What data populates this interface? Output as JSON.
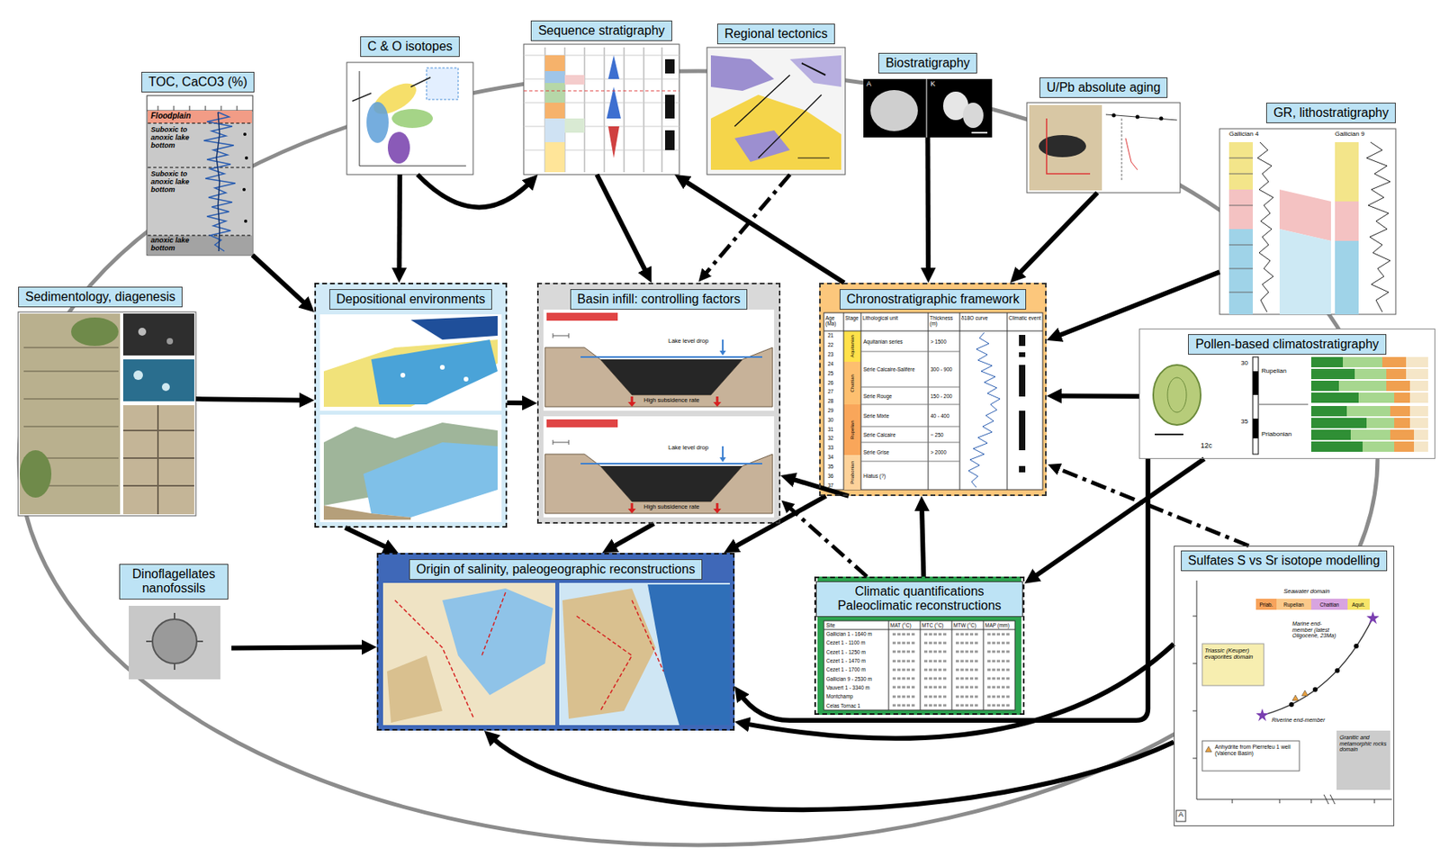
{
  "diagram": {
    "nodes": [
      {
        "text": [
          "TOC, CaCO3 (%)"
        ]
      },
      {
        "text": [
          "C & O isotopes"
        ]
      },
      {
        "text": [
          "Sequence stratigraphy"
        ]
      },
      {
        "text": [
          "Regional tectonics"
        ]
      },
      {
        "text": [
          "Biostratigraphy"
        ]
      },
      {
        "text": [
          "U/Pb absolute aging"
        ]
      },
      {
        "text": [
          "GR, lithostratigraphy"
        ]
      },
      {
        "text": [
          "Sedimentology, diagenesis"
        ]
      },
      {
        "text": [
          "Depositional environments"
        ]
      },
      {
        "text": [
          "Basin infill: controlling factors"
        ]
      },
      {
        "text": [
          "Chronostratigraphic framework"
        ]
      },
      {
        "text": [
          "Pollen-based climatostratigraphy"
        ]
      },
      {
        "text": [
          "Dinoflagellates nanofossils"
        ]
      },
      {
        "text": [
          "Origin of salinity, paleogeographic reconstructions"
        ]
      },
      {
        "text": [
          "Climatic quantifications Paleoclimatic reconstructions"
        ]
      },
      {
        "text": [
          "Sulfates S vs Sr isotope modelling"
        ]
      }
    ],
    "edges": [
      {
        "from": 0,
        "to": 8,
        "arrow": "to"
      },
      {
        "from": 1,
        "to": 8,
        "arrow": "to"
      },
      {
        "from": 1,
        "to": 2,
        "arrow": "to"
      },
      {
        "from": 2,
        "to": 9,
        "arrow": "to"
      },
      {
        "from": 3,
        "to": 9,
        "arrow": "to"
      },
      {
        "from": 10,
        "to": 2,
        "arrow": "to"
      },
      {
        "from": 4,
        "to": 10,
        "arrow": "to"
      },
      {
        "from": 5,
        "to": 10,
        "arrow": "to"
      },
      {
        "from": 6,
        "to": 10,
        "arrow": "to"
      },
      {
        "from": 7,
        "to": 8,
        "arrow": "to"
      },
      {
        "from": 11,
        "to": 10,
        "arrow": "to"
      },
      {
        "from": 8,
        "to": 9,
        "arrow": "to"
      },
      {
        "from": 8,
        "to": 13,
        "arrow": "to"
      },
      {
        "from": 9,
        "to": 13,
        "arrow": "to"
      },
      {
        "from": 10,
        "to": 9,
        "arrow": "to"
      },
      {
        "from": 14,
        "to": 9,
        "arrow": "to"
      },
      {
        "from": 10,
        "to": 13,
        "arrow": "to"
      },
      {
        "from": 14,
        "to": 10,
        "arrow": "to"
      },
      {
        "from": 11,
        "to": 14,
        "arrow": "to"
      },
      {
        "from": 15,
        "to": 10,
        "arrow": "to"
      },
      {
        "from": 11,
        "to": 13,
        "arrow": "to"
      },
      {
        "from": 15,
        "to": 13,
        "arrow": "to"
      },
      {
        "from": 15,
        "to": 13,
        "arrow": "to"
      },
      {
        "from": 12,
        "to": 13,
        "arrow": "to"
      }
    ],
    "labels": [
      "Floodplain",
      "Suboxic to anoxic lake bottom",
      "Suboxic to anoxic lake bottom",
      "anoxic lake bottom",
      "A",
      "K",
      "Gallician 4",
      "Gallician 9",
      "Lake level drop",
      "High subsidence rate",
      "Lake level drop",
      "High subsidence rate",
      "Age (Ma)",
      "Stage",
      "Lithological unit",
      "Thickness (m)",
      "δ18O curve",
      "Climatic event",
      "21",
      "22",
      "23",
      "24",
      "25",
      "26",
      "27",
      "28",
      "29",
      "30",
      "31",
      "32",
      "33",
      "34",
      "35",
      "36",
      "37",
      "Aquitanian",
      "Chattian",
      "Rupelian",
      "Priabonian",
      "Aquitanian series",
      "Série Calcaire-Salifère",
      "Série Rouge",
      "Série Mixte",
      "Série Calcaire",
      "Série Grise",
      "Hiatus (?)",
      "> 1500",
      "300 - 900",
      "150 - 200",
      "40 - 400",
      "~ 250",
      "> 2000",
      "Site",
      "MAT (°C)",
      "MTC (°C)",
      "MTW (°C)",
      "MAP (mm)",
      "Gallician 1 - 1640 m",
      "Cezet 1 - 1100 m",
      "Cezet 1 - 1250 m",
      "Cezet 1 - 1470 m",
      "Cezet 1 - 1700 m",
      "Gallician 9 - 2530 m",
      "Vauvert 1 - 3340 m",
      "Montchamp",
      "Celas Tornac 1",
      "12c",
      "30",
      "35",
      "Rupelian",
      "Priabonian",
      "Seawater domain",
      "Priab.",
      "Rupelian",
      "Chattian",
      "Aquit.",
      "Triassic (Keuper) evaporites domain",
      "Marine end-member (latest Oligocene, 23Ma)",
      "Riverine end-member",
      "Anhydrite from Pierrefeu 1 well (Valence Basin)",
      "Granitic and metamorphic rocks domain",
      "A"
    ]
  }
}
